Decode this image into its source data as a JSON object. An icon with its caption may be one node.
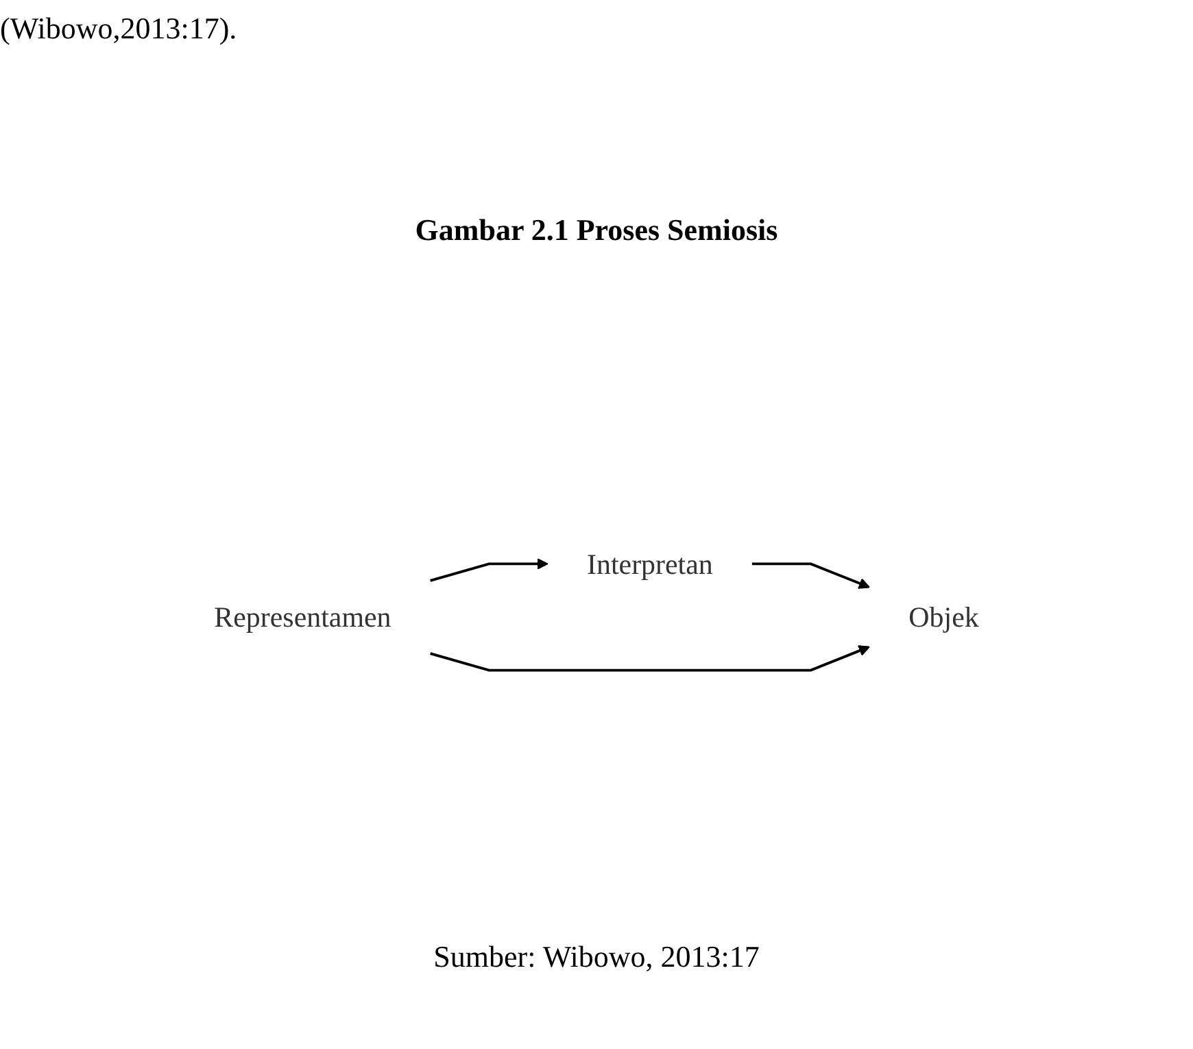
{
  "diagram": {
    "title": "Gambar 2.1 Proses Semiosis",
    "caption": "Sumber: Wibowo, 2013:17",
    "nodes": [
      {
        "text": [
          "Interpretan"
        ]
      },
      {
        "text": [
          "Representamen"
        ]
      },
      {
        "text": [
          "Objek"
        ]
      }
    ],
    "edges": [
      {
        "from": 1,
        "to": 0,
        "arrow": "to"
      },
      {
        "from": 0,
        "to": 2,
        "arrow": "to"
      },
      {
        "from": 1,
        "to": 2,
        "arrow": "to"
      }
    ],
    "labels": [
      "(Wibowo,2013:17)."
    ]
  }
}
